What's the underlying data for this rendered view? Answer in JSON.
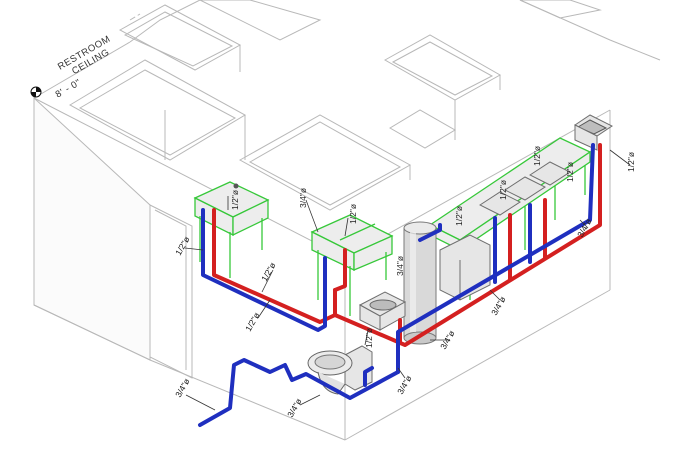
{
  "level_note": {
    "line1": "RESTROOM",
    "line2": "CEILING",
    "elevation": "8' - 0\""
  },
  "pipe_labels": {
    "l1": "1/2\"ø",
    "l2": "1/2\"ø",
    "l3": "1/2\"ø",
    "l4": "1/2\"ø",
    "l5": "3/4\"ø",
    "l6": "1/2\"ø",
    "l7": "3/4\"ø",
    "l8": "3/4\"ø",
    "l9": "1/2\"ø",
    "l10": "1/2\"ø",
    "l11": "1/2\"ø",
    "l12": "1/2\"ø",
    "l13": "1/2\"ø",
    "l14": "3/4\"ø",
    "l15": "3/4\"ø",
    "l16": "3/4\"ø",
    "l17": "3/4\"ø",
    "l18": "3/4\"ø",
    "l19": "1/2\"ø"
  },
  "colors": {
    "hot_water": "#d42020",
    "cold_water": "#1f2fbf",
    "fixture_outline": "#37c83a",
    "building_lines": "#b8b8b8"
  }
}
